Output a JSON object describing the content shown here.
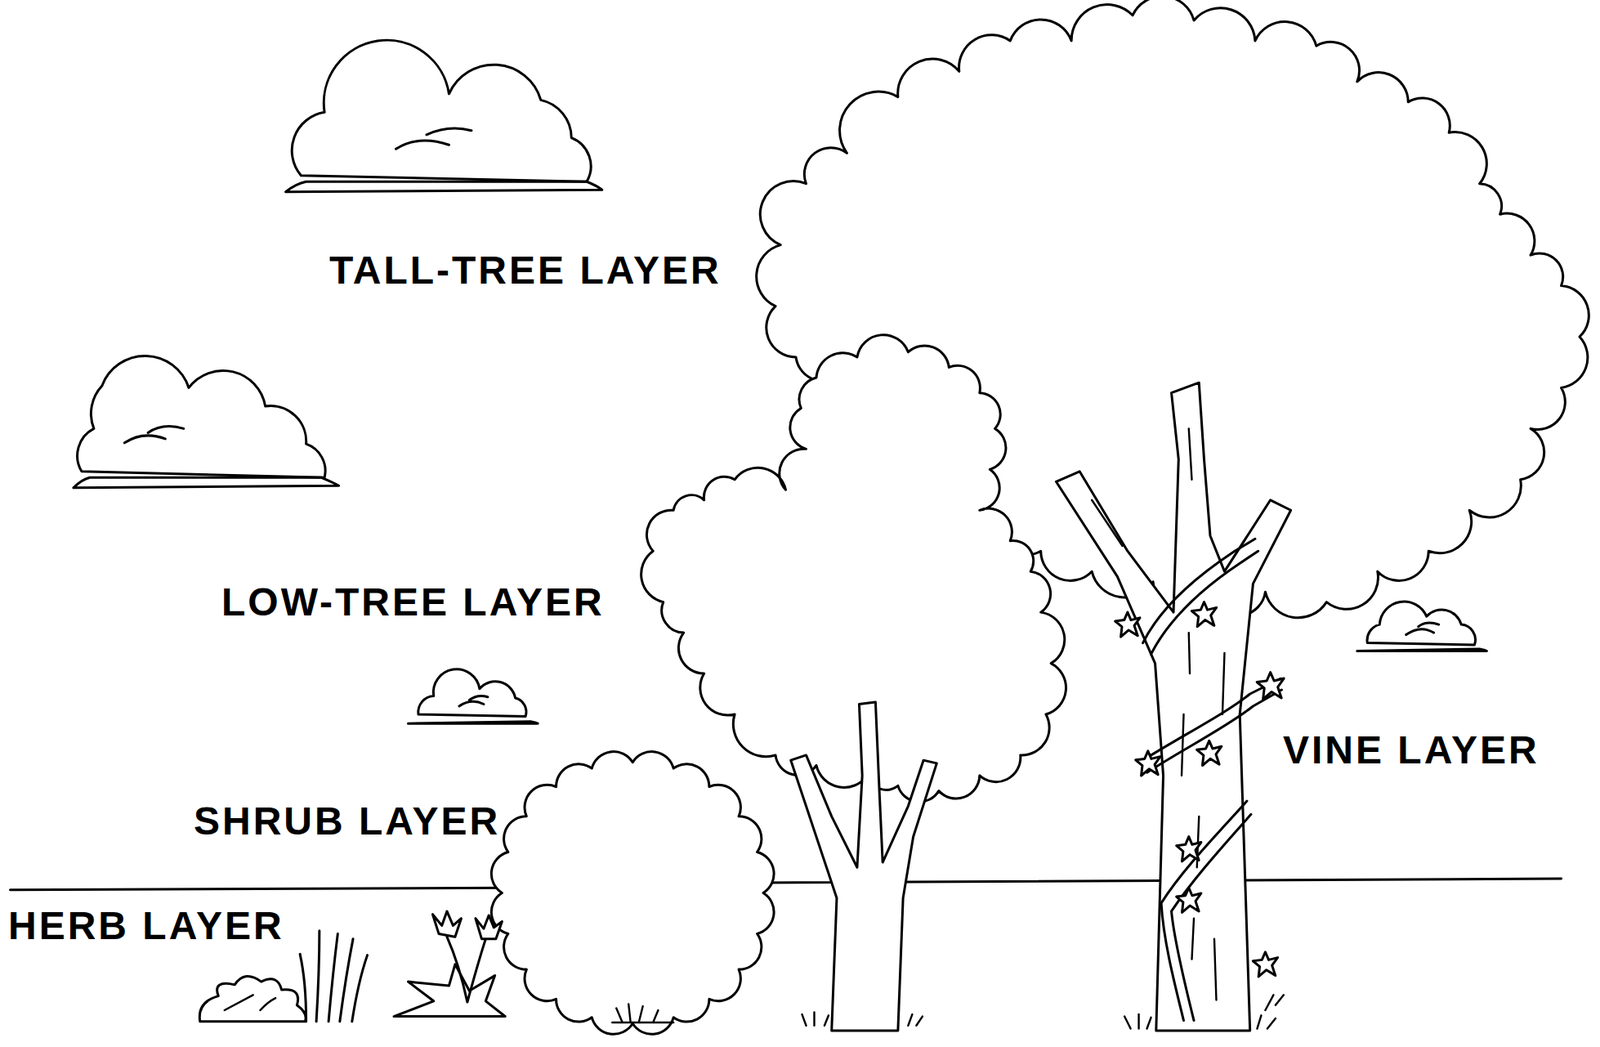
{
  "diagram": {
    "labels": [
      "TALL-TREE LAYER",
      "LOW-TREE LAYER",
      "SHRUB LAYER",
      "HERB LAYER",
      "VINE LAYER"
    ]
  }
}
